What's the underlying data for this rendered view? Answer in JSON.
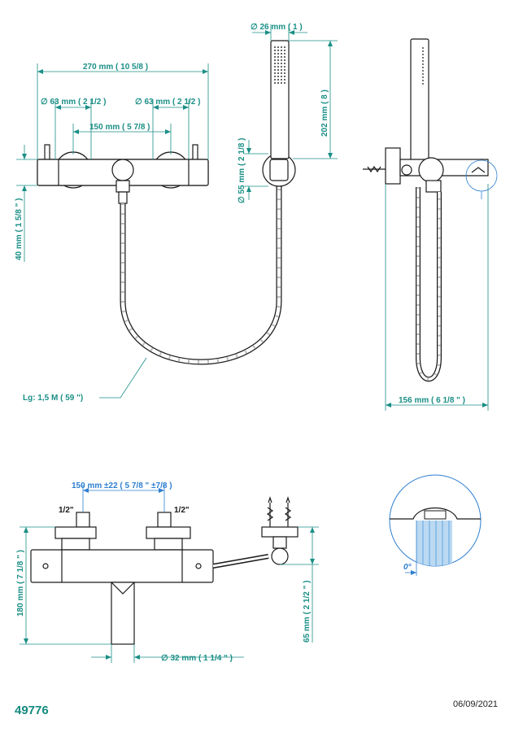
{
  "document": {
    "reference": "49776",
    "date": "06/09/2021"
  },
  "front_view": {
    "dims": {
      "width": "270 mm ( 10 5/8 )",
      "knob_left": "∅ 63 mm ( 2 1/2 )",
      "knob_right": "∅ 63 mm ( 2 1/2 )",
      "centers": "150 mm ( 5 7/8 )",
      "head_width": "∅ 26 mm ( 1 )",
      "head_length": "202 mm ( 8 )",
      "holder": "∅ 55 mm ( 2 1/8 )",
      "body_height": "40 mm ( 1 5/8 \" )",
      "hose": "Lg: 1,5 M ( 59 \")"
    }
  },
  "side_view": {
    "dims": {
      "depth": "156 mm ( 6 1/8 \" )"
    }
  },
  "bottom_view": {
    "dims": {
      "centers": "150 mm ±22 ( 5 7/8 \" ±7/8 )",
      "inlet_left": "1/2\"",
      "inlet_right": "1/2\"",
      "height": "180 mm ( 7 1/8 \" )",
      "outlet": "∅  32 mm ( 1 1/4 \" )",
      "holder_height": "65 mm ( 2 1/2 \" )"
    }
  },
  "detail": {
    "angle": "0°"
  },
  "colors": {
    "dimension": "#1a8f86",
    "detail": "#2d7fd0",
    "ink": "#1a1a1a"
  }
}
